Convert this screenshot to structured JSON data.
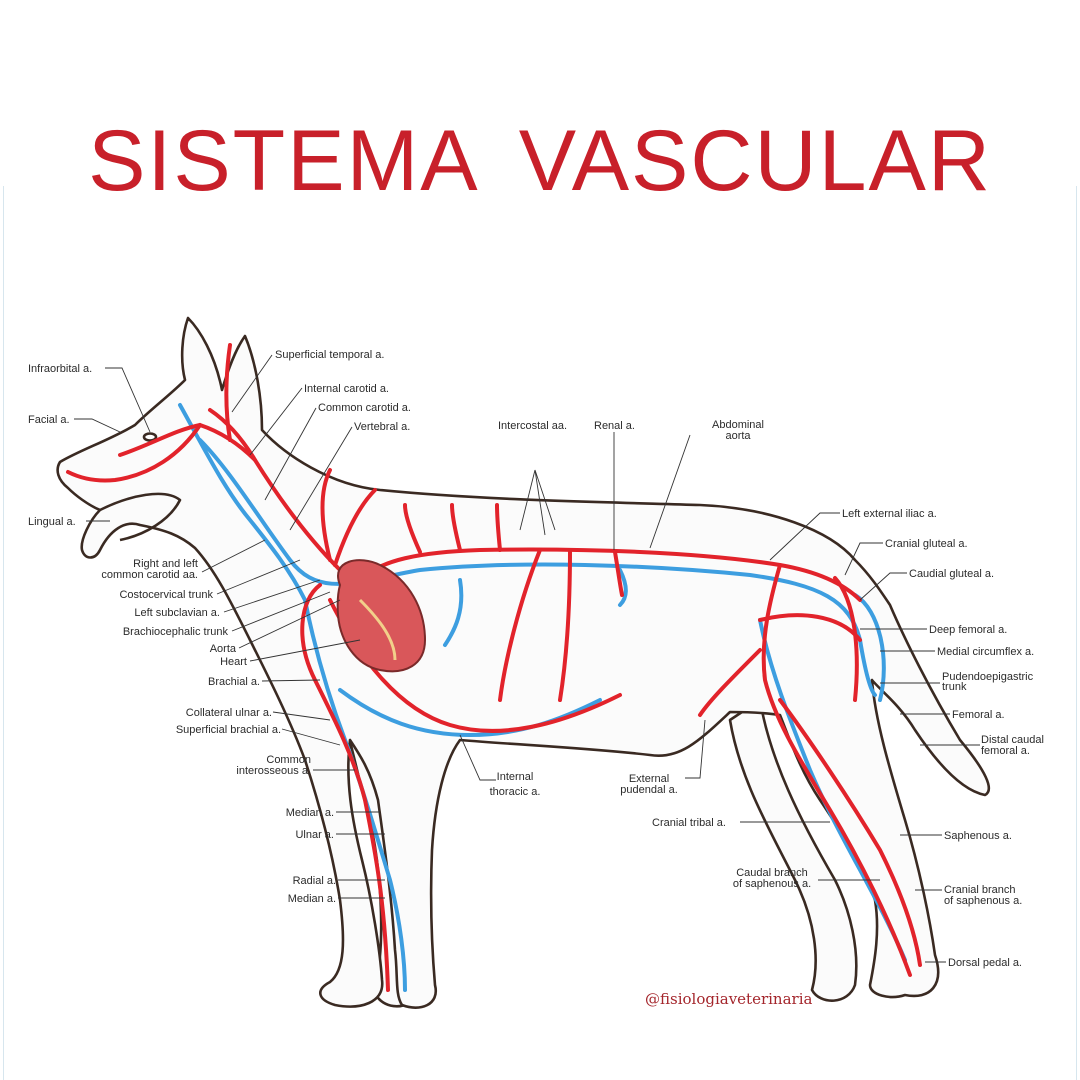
{
  "title": "SISTEMA  VASCULAR",
  "watermark": "@fisiologiaveterinaria",
  "colors": {
    "title": "#c8202a",
    "artery": "#e2232b",
    "vein": "#3d9ee0",
    "outline": "#3a2a22",
    "heart": "#d9575a"
  },
  "labels": {
    "infraorbital": "Infraorbital a.",
    "facial": "Facial a.",
    "lingual": "Lingual a.",
    "right_left_carotid_1": "Right and left",
    "right_left_carotid_2": "common carotid aa.",
    "costocervical": "Costocervical trunk",
    "left_subclavian": "Left subclavian a.",
    "brachiocephalic": "Brachiocephalic trunk",
    "aorta": "Aorta",
    "heart": "Heart",
    "brachial": "Brachial a.",
    "collateral_ulnar": "Collateral ulnar a.",
    "superficial_brachial": "Superficial brachial a.",
    "common_interosseous_1": "Common",
    "common_interosseous_2": "interosseous a.",
    "median_upper": "Median a.",
    "ulnar": "Ulnar a.",
    "radial": "Radial a.",
    "median_lower": "Median a.",
    "superficial_temporal": "Superficial temporal a.",
    "internal_carotid": "Internal carotid a.",
    "common_carotid": "Common carotid a.",
    "vertebral": "Vertebral a.",
    "intercostal": "Intercostal aa.",
    "renal": "Renal a.",
    "abdominal_aorta_1": "Abdominal",
    "abdominal_aorta_2": "aorta",
    "left_external_iliac": "Left external iliac a.",
    "cranial_gluteal": "Cranial gluteal a.",
    "caudal_gluteal": "Caudial gluteal a.",
    "deep_femoral": "Deep femoral a.",
    "medial_circumflex": "Medial circumflex a.",
    "pudendoepigastric_1": "Pudendoepigastric",
    "pudendoepigastric_2": "trunk",
    "femoral": "Femoral a.",
    "distal_caudal_femoral_1": "Distal caudal",
    "distal_caudal_femoral_2": "femoral a.",
    "internal_thoracic_1": "Internal",
    "internal_thoracic_2": "thoracic a.",
    "external_pudendal_1": "External",
    "external_pudendal_2": "pudendal a.",
    "cranial_tibial": "Cranial tribal a.",
    "saphenous": "Saphenous a.",
    "caudal_branch_1": "Caudal branch",
    "caudal_branch_2": "of saphenous a.",
    "cranial_branch_1": "Cranial branch",
    "cranial_branch_2": "of saphenous a.",
    "dorsal_pedal": "Dorsal pedal a."
  }
}
